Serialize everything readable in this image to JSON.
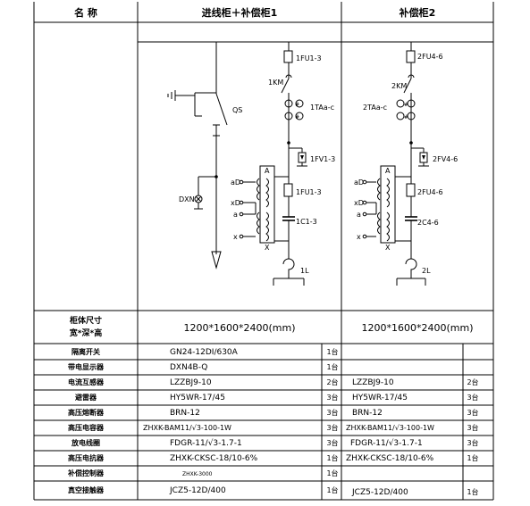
{
  "header": {
    "name_col": "名  称",
    "panel1": "进线柜＋补偿柜1",
    "panel2": "补偿柜2"
  },
  "diagram": {
    "p1": {
      "fu_top": "1FU1-3",
      "km": "1KM",
      "qs": "QS",
      "ta": "1TAa-c",
      "fv": "1FV1-3",
      "fu_mid": "1FU1-3",
      "c": "1C1-3",
      "l": "1L",
      "dxn": "DXN",
      "term_a": "A",
      "term_x": "X",
      "ad": "aD",
      "xd": "xD",
      "a": "a",
      "x": "x"
    },
    "p2": {
      "fu_top": "2FU4-6",
      "km": "2KM",
      "ta": "2TAa-c",
      "fv": "2FV4-6",
      "fu_mid": "2FU4-6",
      "c": "2C4-6",
      "l": "2L",
      "term_a": "A",
      "term_x": "X",
      "ad": "aD",
      "xd": "xD",
      "a": "a",
      "x": "x"
    }
  },
  "dims": {
    "label_line1": "柜体尺寸",
    "label_line2": "宽*深*高",
    "p1": "1200*1600*2400(mm)",
    "p2": "1200*1600*2400(mm)"
  },
  "rows": [
    {
      "name": "隔离开关",
      "m1": "GN24-12DI/630A",
      "q1": "1台",
      "m2": "",
      "q2": ""
    },
    {
      "name": "带电显示器",
      "m1": "DXN4B-Q",
      "q1": "1台",
      "m2": "",
      "q2": ""
    },
    {
      "name": "电流互感器",
      "m1": "LZZBJ9-10",
      "q1": "2台",
      "m2": "LZZBJ9-10",
      "q2": "2台"
    },
    {
      "name": "避雷器",
      "m1": "HY5WR-17/45",
      "q1": "3台",
      "m2": "HY5WR-17/45",
      "q2": "3台"
    },
    {
      "name": "高压熔断器",
      "m1": "BRN-12",
      "q1": "3台",
      "m2": "BRN-12",
      "q2": "3台"
    },
    {
      "name": "高压电容器",
      "m1": "ZHXK-BAM11/√3-100-1W",
      "q1": "3台",
      "m2": "ZHXK-BAM11/√3-100-1W",
      "q2": "3台"
    },
    {
      "name": "放电线圈",
      "m1": "FDGR-11/√3-1.7-1",
      "q1": "3台",
      "m2": "FDGR-11/√3-1.7-1",
      "q2": "3台"
    },
    {
      "name": "高压电抗器",
      "m1": "ZHXK-CKSC-18/10-6%",
      "q1": "1台",
      "m2": "ZHXK-CKSC-18/10-6%",
      "q2": "1台"
    },
    {
      "name": "补偿控制器",
      "m1": "ZHXK-3000",
      "q1": "1台",
      "m2": "",
      "q2": ""
    },
    {
      "name": "真空接触器",
      "m1": "JCZ5-12D/400",
      "q1": "1台",
      "m2": "JCZ5-12D/400",
      "q2": "1台"
    }
  ]
}
